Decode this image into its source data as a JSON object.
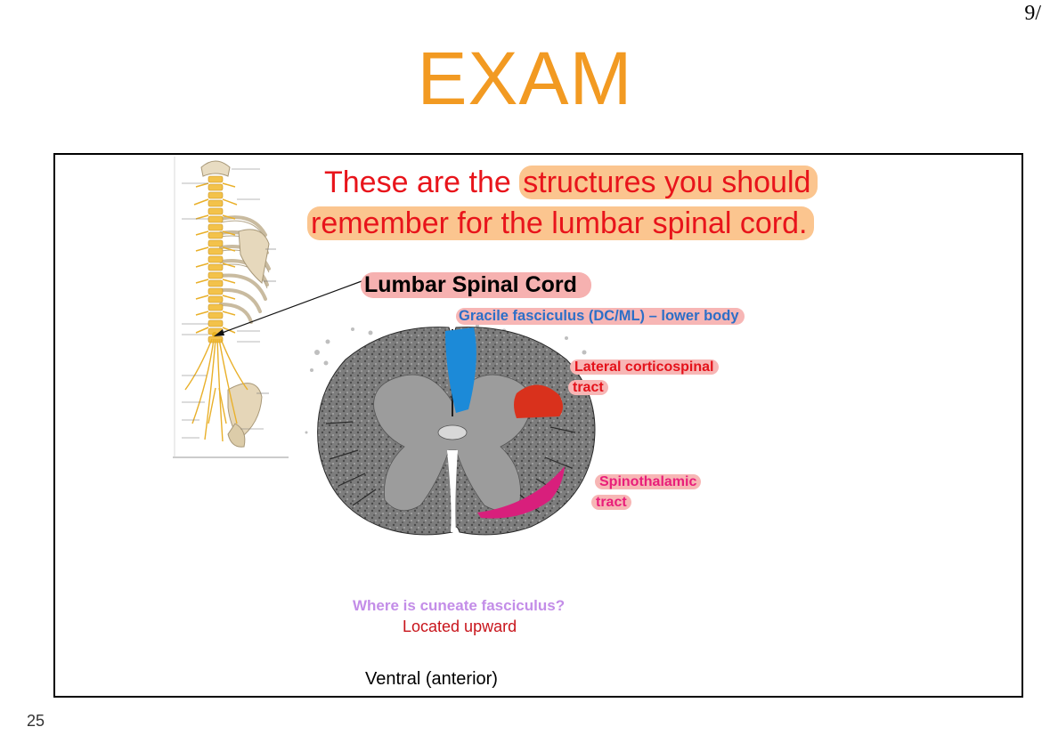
{
  "page": {
    "number_top": "9/",
    "title": "EXAM",
    "number_bottom": "25"
  },
  "slide": {
    "header_line1_plain": "These are the",
    "header_line1_highlight": "structures you should",
    "header_line2": "remember for the lumbar spinal cord.",
    "main_label": "Lumbar Spinal Cord",
    "gracile_label": "Gracile fasciculus (DC/ML) – lower body",
    "lateral_label_line1": "Lateral corticospinal",
    "lateral_label_line2": "tract",
    "spino_label_line1": "Spinothalamic",
    "spino_label_line2": "tract",
    "question": "Where is cuneate fasciculus?",
    "answer": "Located upward",
    "orientation_label": "Ventral (anterior)"
  },
  "colors": {
    "title": "#f29a22",
    "header_text": "#e8141b",
    "header_highlight": "#fbc58f",
    "label_highlight": "#f7b6b5",
    "gracile_tract": "#1c8ad8",
    "lateral_tract": "#d9311c",
    "spino_tract": "#d81f7c",
    "question_text": "#c38de8",
    "answer_text": "#c8141b"
  }
}
